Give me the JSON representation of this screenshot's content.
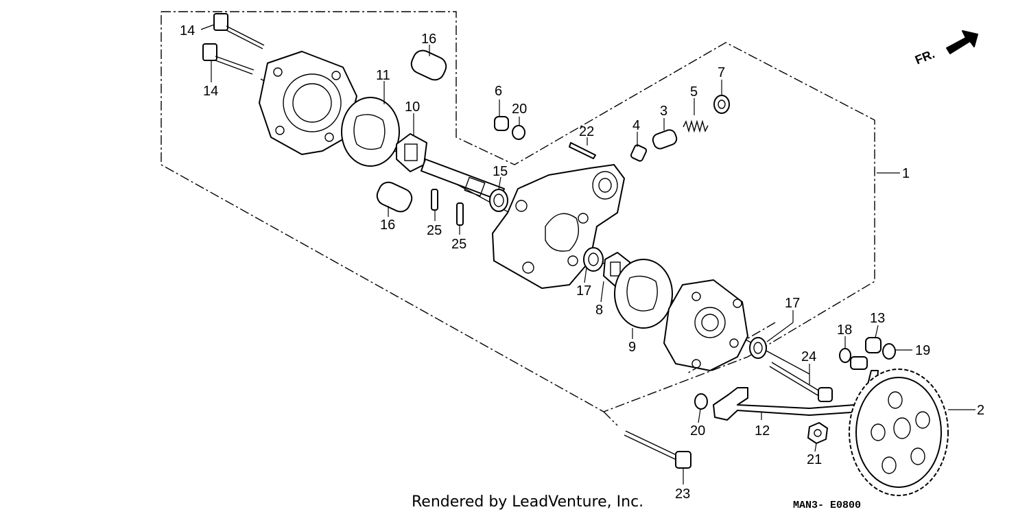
{
  "credit": "Rendered by LeadVenture, Inc.",
  "diagram_code": "MAN3- E0800",
  "front_indicator": "FR.",
  "callouts": [
    "1",
    "2",
    "3",
    "4",
    "5",
    "6",
    "7",
    "8",
    "9",
    "10",
    "11",
    "12",
    "13",
    "14",
    "14",
    "15",
    "16",
    "16",
    "17",
    "17",
    "18",
    "19",
    "20",
    "20",
    "21",
    "22",
    "23",
    "24",
    "25",
    "25"
  ]
}
